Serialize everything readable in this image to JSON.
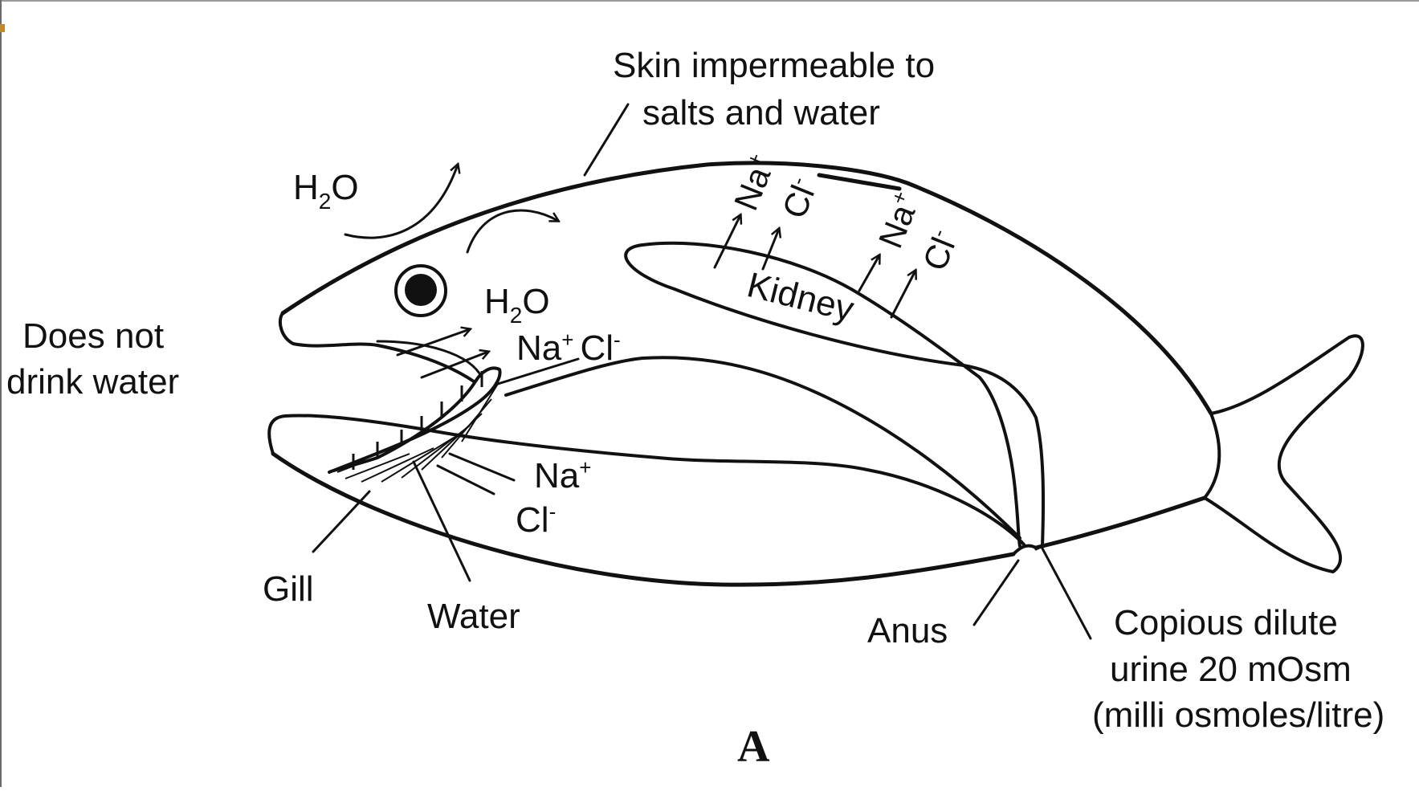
{
  "labels": {
    "skin_line1": "Skin impermeable to",
    "skin_line2": "salts and water",
    "h2o_outside": "H2O",
    "h2o_mouth": "H2O",
    "does_not_1": "Does not",
    "does_not_2": "drink water",
    "na_cl_mouth": "Na+ Cl-",
    "na_gill": "Na+",
    "cl_gill": "Cl-",
    "kidney": "Kidney",
    "na_kidney_1": "Na+",
    "cl_kidney_1": "Cl-",
    "na_kidney_2": "Na+",
    "cl_kidney_2": "Cl-",
    "gill": "Gill",
    "water": "Water",
    "anus": "Anus",
    "urine_1": "Copious dilute",
    "urine_2": "urine 20 mOsm",
    "urine_3": "(milli osmoles/litre)",
    "panel": "A"
  },
  "chem": {
    "h": "H",
    "two": "2",
    "o": "O",
    "na": "Na",
    "cl": "Cl",
    "plus": "+",
    "minus": "-"
  }
}
